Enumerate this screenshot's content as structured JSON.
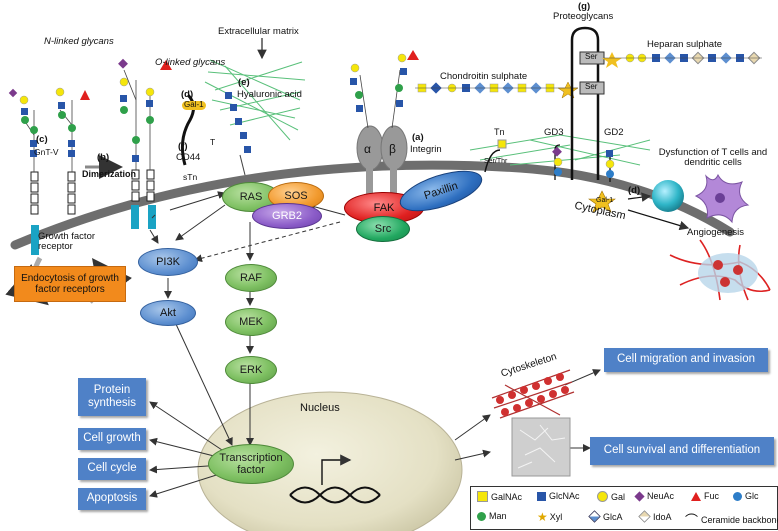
{
  "labels": {
    "n_glycans": "N-linked glycans",
    "o_glycans": "O-linked glycans",
    "ecm": "Extracellular matrix",
    "hyaluronic": "Hyaluronic acid",
    "e_tag": "(e)",
    "chondroitin": "Chondroitin sulphate",
    "proteoglycans_tag": "(g)",
    "proteoglycans": "Proteoglycans",
    "heparan": "Heparan sulphate",
    "ser1": "Ser",
    "ser2": "Ser",
    "c_tag": "(c)",
    "gntv": "GnT-V",
    "b_tag": "(b)",
    "dimerization": "Dimerization",
    "d_tag_left": "(d)",
    "gal1_left": "Gal-1",
    "f_tag": "(f)",
    "cd44": "CD44",
    "t_antigen": "T",
    "stn": "sTn",
    "alpha": "α",
    "beta": "β",
    "a_tag": "(a)",
    "integrin": "Integrin",
    "tn": "Tn",
    "ser_thr": "Ser/Thr",
    "gd3": "GD3",
    "gd2": "GD2",
    "dysfunction": "Dysfunction of T cells and dendritic cells",
    "d_tag_right": "(d)",
    "gal1_right": "Gal-1",
    "cytoplasm": "Cytoplasm",
    "angiogenesis": "Angiogenesis",
    "gf_receptor": "Growth factor receptor",
    "endocytosis": "Endocytosis of growth factor receptors",
    "nucleus": "Nucleus",
    "cytoskeleton": "Cytoskeleton"
  },
  "signaling": {
    "ras": "RAS",
    "sos": "SOS",
    "grb2": "GRB2",
    "fak": "FAK",
    "paxillin": "Paxillin",
    "src": "Src",
    "pi3k": "PI3K",
    "akt": "Akt",
    "raf": "RAF",
    "mek": "MEK",
    "erk": "ERK",
    "tf": "Transcription factor"
  },
  "outcomes": {
    "protein_synthesis": "Protein synthesis",
    "cell_growth": "Cell growth",
    "cell_cycle": "Cell cycle",
    "apoptosis": "Apoptosis",
    "migration": "Cell migration and invasion",
    "survival": "Cell survival and differentiation"
  },
  "legend": {
    "galnac": "GalNAc",
    "glcnac": "GlcNAc",
    "gal": "Gal",
    "neuac": "NeuAc",
    "fuc": "Fuc",
    "glc": "Glc",
    "man": "Man",
    "xyl": "Xyl",
    "glca": "GlcA",
    "idoa": "IdoA",
    "ceramide": "Ceramide backbone"
  },
  "colors": {
    "galnac": "#f5e60a",
    "glcnac": "#2855a8",
    "gal": "#f5e60a",
    "neuac": "#7b3a8c",
    "fuc": "#e0201e",
    "glc": "#2d7dc8",
    "man": "#2fa04a",
    "membrane": "#6e6e6e",
    "box": "#4f81c7",
    "ecm_fiber": "#59c07a"
  }
}
